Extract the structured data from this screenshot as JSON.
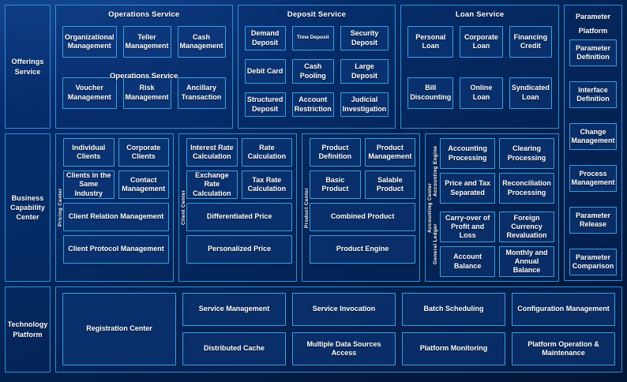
{
  "rows": {
    "offerings": {
      "label": "Offerings\nService",
      "groups": [
        {
          "title": "Operations Service",
          "overlay_title": "Operations Service",
          "cells": [
            "Organizational Management",
            "Teller Management",
            "Cash Management",
            "Voucher Management",
            "Risk Management",
            "Ancillary Transaction"
          ]
        },
        {
          "title": "Deposit Service",
          "cells": [
            "Demand Deposit",
            "Time Deposit",
            "Security Deposit",
            "Debit Card",
            "Cash Pooling",
            "Large Deposit",
            "Structured Deposit",
            "Account Restriction",
            "Judicial Investigation"
          ]
        },
        {
          "title": "Loan Service",
          "cells": [
            "Personal Loan",
            "Corporate Loan",
            "Financing Credit",
            "Bill Discounting",
            "Online Loan",
            "Syndicated Loan"
          ]
        }
      ]
    },
    "business": {
      "label": "Business\nCapability\nCenter",
      "groups": [
        {
          "vlabel": "Pricing Center",
          "cells_grid": [
            "Individual Clients",
            "Corporate Clients",
            "Clients in the Same Industry",
            "Contact Management"
          ],
          "wide": [
            "Client Relation Management",
            "Client Protocol Management"
          ]
        },
        {
          "vlabel": "Client Center",
          "cells_grid": [
            "Interest Rate Calculation",
            "Rate Calculation",
            "Exchange Rate Calculation",
            "Tax Rate Calculation"
          ],
          "wide": [
            "Differentiated Price",
            "Personalized Price"
          ]
        },
        {
          "vlabel": "Product Center",
          "cells_grid": [
            "Product Definition",
            "Product Management",
            "Basic Product",
            "Salable Product"
          ],
          "wide": [
            "Combined Product",
            "Product Engine"
          ]
        },
        {
          "vlabel": "Accounting Center",
          "sub": [
            {
              "vlabel": "Accounting Engine",
              "cells": [
                "Accounting Processing",
                "Clearing Processing",
                "Price and Tax Separated",
                "Reconciliation Processing"
              ]
            },
            {
              "vlabel": "General Ledger",
              "cells": [
                "Carry-over of Profit and Loss",
                "Foreign Currency Revaluation",
                "Account Balance",
                "Monthly and Annual Balance"
              ]
            }
          ]
        }
      ]
    },
    "technology": {
      "label": "Technology\nPlatform",
      "registration": "Registration Center",
      "cells": [
        "Service Management",
        "Service Invocation",
        "Batch Scheduling",
        "Configuration Management",
        "Distributed Cache",
        "Multiple Data Sources Access",
        "Platform Monitoring",
        "Platform Operation & Maintenance"
      ]
    }
  },
  "parameter_platform": {
    "title": "Parameter Platform",
    "items": [
      "Parameter Definition",
      "Interface Definition",
      "Change Management",
      "Process Management",
      "Parameter Release",
      "Parameter Comparison"
    ]
  },
  "colors": {
    "background": "#042b66",
    "border": "#2f8fd6",
    "cell_border": "#3c9ede",
    "text": "#ffffff"
  }
}
